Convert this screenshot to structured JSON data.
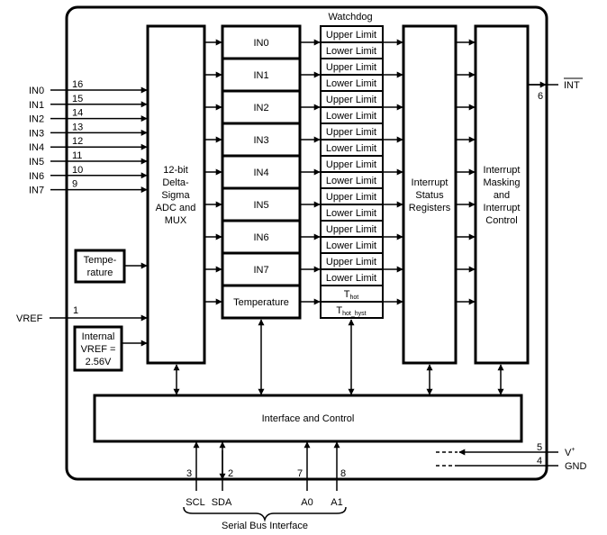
{
  "diagram": {
    "watchdog_title": "Watchdog",
    "adc_block": {
      "lines": [
        "12-bit",
        "Delta-",
        "Sigma",
        "ADC and",
        "MUX"
      ]
    },
    "channels": [
      "IN0",
      "IN1",
      "IN2",
      "IN3",
      "IN4",
      "IN5",
      "IN6",
      "IN7"
    ],
    "temperature_register": "Temperature",
    "limit_labels": {
      "upper": "Upper Limit",
      "lower": "Lower Limit"
    },
    "thot": {
      "main": "T",
      "sub": "hot"
    },
    "thot_hyst": {
      "main": "T",
      "sub": "hot_hyst"
    },
    "status_block": {
      "lines": [
        "Interrupt",
        "Status",
        "Registers"
      ]
    },
    "masking_block": {
      "lines": [
        "Interrupt",
        "Masking",
        "and",
        "Interrupt",
        "Control"
      ]
    },
    "temp_sensor": {
      "lines": [
        "Tempe-",
        "rature"
      ]
    },
    "internal_vref": {
      "lines": [
        "Internal",
        "VREF =",
        "2.56V"
      ]
    },
    "interface_block": "Interface and Control",
    "input_pins": [
      {
        "name": "IN0",
        "pin": "16"
      },
      {
        "name": "IN1",
        "pin": "15"
      },
      {
        "name": "IN2",
        "pin": "14"
      },
      {
        "name": "IN3",
        "pin": "13"
      },
      {
        "name": "IN4",
        "pin": "12"
      },
      {
        "name": "IN5",
        "pin": "11"
      },
      {
        "name": "IN6",
        "pin": "10"
      },
      {
        "name": "IN7",
        "pin": "9"
      }
    ],
    "vref_pin": {
      "name": "VREF",
      "pin": "1"
    },
    "int_pin": {
      "name": "INT",
      "pin": "6",
      "active_low": true
    },
    "power_pins": [
      {
        "name": "V",
        "sup": "+",
        "pin": "5"
      },
      {
        "name": "GND",
        "pin": "4"
      }
    ],
    "bus_pins": [
      {
        "name": "SCL",
        "pin": "3"
      },
      {
        "name": "SDA",
        "pin": "2"
      },
      {
        "name": "A0",
        "pin": "7"
      },
      {
        "name": "A1",
        "pin": "8"
      }
    ],
    "bus_label": "Serial Bus Interface"
  }
}
